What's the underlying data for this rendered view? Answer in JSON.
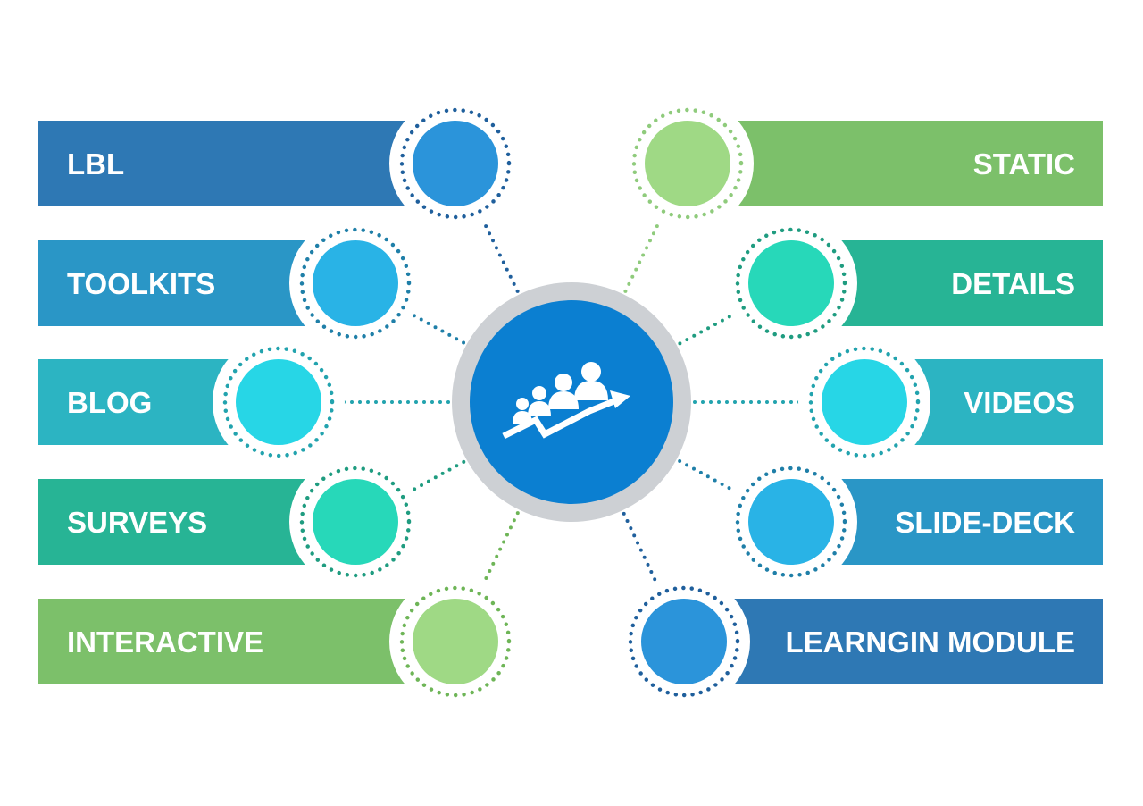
{
  "center": {
    "icon": "team-growth-arrow-icon",
    "fill_color": "#0B7FD1",
    "ring_color": "#CDD0D4"
  },
  "left_items": [
    {
      "label": "LBL",
      "bar_color": "#2E78B4",
      "circle_color": "#2B94DA",
      "dot_color": "#1F5F9C"
    },
    {
      "label": "TOOLKITS",
      "bar_color": "#2A96C6",
      "circle_color": "#29B3E6",
      "dot_color": "#1F7FA8"
    },
    {
      "label": "BLOG",
      "bar_color": "#2CB4C2",
      "circle_color": "#27D6E6",
      "dot_color": "#22A3AE"
    },
    {
      "label": "SURVEYS",
      "bar_color": "#27B495",
      "circle_color": "#27D8B9",
      "dot_color": "#1F9C80"
    },
    {
      "label": "INTERACTIVE",
      "bar_color": "#7CC06A",
      "circle_color": "#9FD985",
      "dot_color": "#6EB557"
    }
  ],
  "right_items": [
    {
      "label": "STATIC",
      "bar_color": "#7CC06A",
      "circle_color": "#9FD985",
      "dot_color": "#8FCB7C"
    },
    {
      "label": "DETAILS",
      "bar_color": "#27B495",
      "circle_color": "#27D8B9",
      "dot_color": "#1F9C80"
    },
    {
      "label": "VIDEOS",
      "bar_color": "#2CB4C2",
      "circle_color": "#27D6E6",
      "dot_color": "#22A3AE"
    },
    {
      "label": "SLIDE-DECK",
      "bar_color": "#2A96C6",
      "circle_color": "#29B3E6",
      "dot_color": "#1F7FA8"
    },
    {
      "label": "LEARNGIN MODULE",
      "bar_color": "#2E78B4",
      "circle_color": "#2B94DA",
      "dot_color": "#1F5F9C"
    }
  ]
}
